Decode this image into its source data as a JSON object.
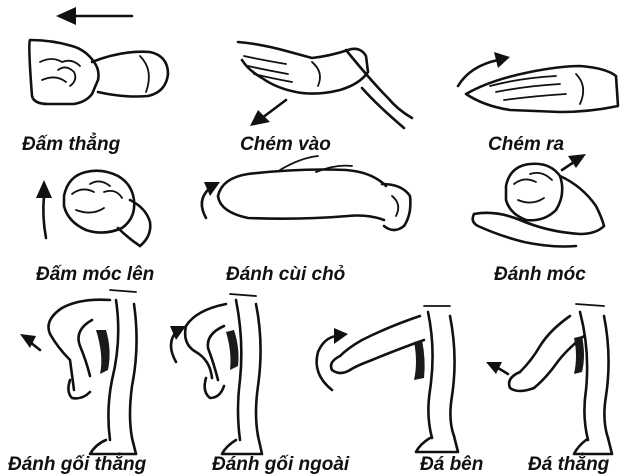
{
  "colors": {
    "ink": "#111111",
    "paper": "#ffffff"
  },
  "panels": [
    {
      "id": "dam-thang",
      "label": "Đấm thẳng",
      "icon": "straight-punch-icon"
    },
    {
      "id": "chem-vao",
      "label": "Chém vào",
      "icon": "inward-chop-icon"
    },
    {
      "id": "chem-ra",
      "label": "Chém ra",
      "icon": "outward-chop-icon"
    },
    {
      "id": "dam-moc-len",
      "label": "Đấm móc lên",
      "icon": "uppercut-icon"
    },
    {
      "id": "danh-cui-cho",
      "label": "Đánh cùi chỏ",
      "icon": "elbow-strike-icon"
    },
    {
      "id": "danh-moc",
      "label": "Đánh móc",
      "icon": "hook-punch-icon"
    },
    {
      "id": "danh-goi-thang",
      "label": "Đánh gối thẳng",
      "icon": "straight-knee-icon"
    },
    {
      "id": "danh-goi-ngoai",
      "label": "Đánh gối ngoài",
      "icon": "outside-knee-icon"
    },
    {
      "id": "da-ben",
      "label": "Đá bên",
      "icon": "side-kick-icon"
    },
    {
      "id": "da-thang",
      "label": "Đá thẳng",
      "icon": "front-kick-icon"
    }
  ]
}
